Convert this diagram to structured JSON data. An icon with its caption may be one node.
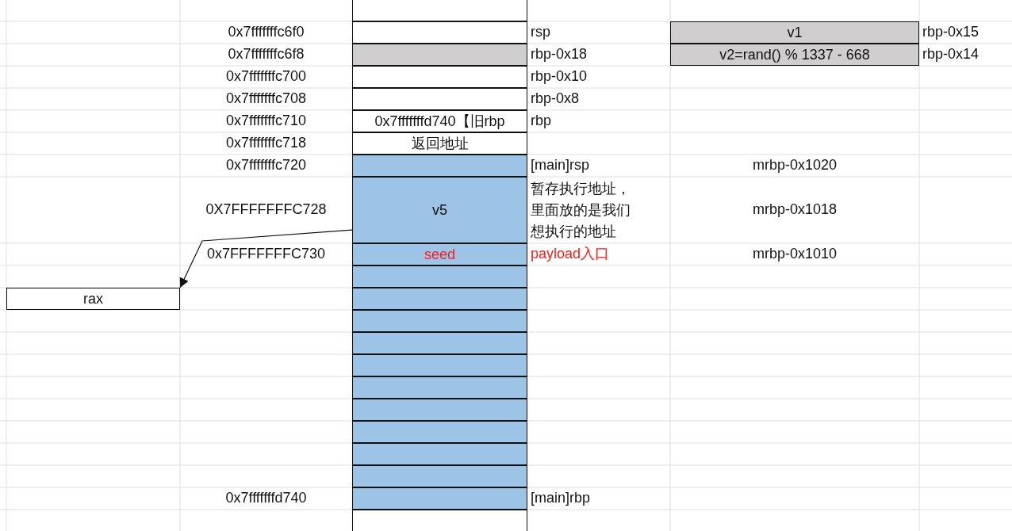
{
  "diagram": {
    "nodes": [
      {
        "text": [],
        "shape": "box"
      },
      {
        "text": [],
        "shape": "box"
      },
      {
        "text": [
          "v1"
        ]
      },
      {
        "text": [],
        "shape": "box"
      },
      {
        "text": [
          "v2=rand() % 1337 - 668"
        ]
      },
      {
        "text": [],
        "shape": "box"
      },
      {
        "text": [],
        "shape": "box"
      },
      {
        "text": [
          "0x7fffffffd740【旧rbp"
        ]
      },
      {
        "text": [
          "返回地址"
        ]
      },
      {
        "text": [],
        "shape": "box"
      },
      {
        "text": [
          "v5"
        ]
      },
      {
        "text": [
          "seed"
        ]
      },
      {
        "text": [],
        "shape": "box"
      },
      {
        "text": [
          "rax"
        ]
      },
      {
        "text": [],
        "shape": "box"
      },
      {
        "text": [],
        "shape": "box"
      },
      {
        "text": [],
        "shape": "box"
      },
      {
        "text": [],
        "shape": "box"
      },
      {
        "text": [],
        "shape": "box"
      },
      {
        "text": [],
        "shape": "box"
      },
      {
        "text": [],
        "shape": "box"
      },
      {
        "text": [],
        "shape": "box"
      },
      {
        "text": [],
        "shape": "box"
      },
      {
        "text": [],
        "shape": "box"
      },
      {
        "text": [],
        "shape": "box"
      }
    ],
    "edges": [
      {
        "from": 10,
        "to": 13,
        "arrow": "to"
      }
    ],
    "labels": [
      "0x7fffffffc6f0",
      "rsp",
      "rbp-0x15",
      "0x7fffffffc6f8",
      "rbp-0x18",
      "rbp-0x14",
      "0x7fffffffc700",
      "rbp-0x10",
      "0x7fffffffc708",
      "rbp-0x8",
      "0x7fffffffc710",
      "rbp",
      "0x7fffffffc718",
      "0x7fffffffc720",
      "[main]rsp",
      "mrbp-0x1020",
      "0X7FFFFFFFC728",
      "暂存执行地址，里面放的是我们想执行的地址",
      "mrbp-0x1018",
      "0x7FFFFFFFC730",
      "payload入口",
      "mrbp-0x1010",
      "0x7fffffffd740",
      "[main]rbp"
    ]
  }
}
